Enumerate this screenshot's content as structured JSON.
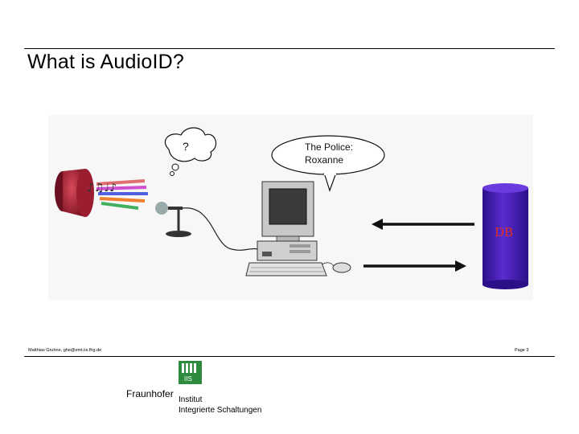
{
  "slide": {
    "title": "What is AudioID?"
  },
  "scene": {
    "thought_text": "?",
    "speech_line1": "The Police:",
    "speech_line2": "Roxanne",
    "database_label": "DB"
  },
  "footer": {
    "author": "Matthias Gruhne, ghe@emt.iis.fhg.de",
    "page": "Page 3"
  },
  "logo": {
    "brand": "Fraunhofer",
    "institute_line1": "Institut",
    "institute_line2": "Integrierte Schaltungen",
    "mark_text": "IIS"
  },
  "colors": {
    "database": "#4b1fb0",
    "database_label": "#e03020",
    "speaker": "#b0273a",
    "logo": "#2e8b3e"
  }
}
